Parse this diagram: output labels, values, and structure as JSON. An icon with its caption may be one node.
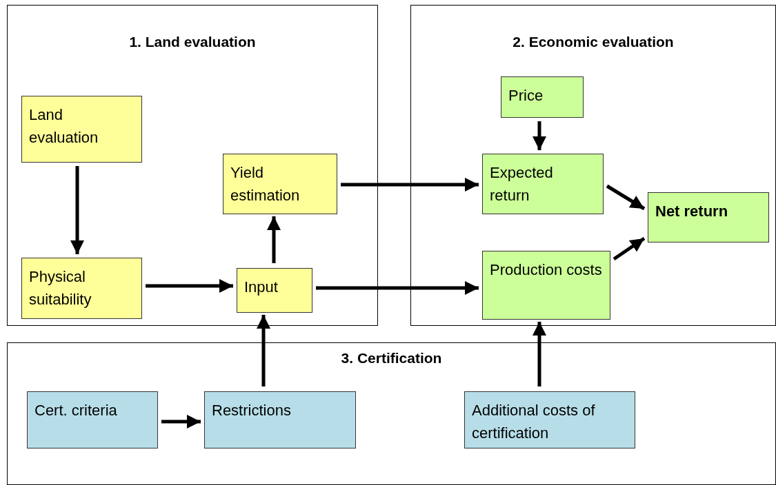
{
  "diagram": {
    "nodes": [
      {
        "text": [
          "1. Land evaluation"
        ]
      },
      {
        "text": [
          "Land evaluation"
        ],
        "in": 0
      },
      {
        "text": [
          "Physical suitability"
        ],
        "in": 0
      },
      {
        "text": [
          "Yield estimation"
        ],
        "in": 0
      },
      {
        "text": [
          "Input"
        ],
        "in": 0
      },
      {
        "text": [
          "2. Economic evaluation"
        ]
      },
      {
        "text": [
          "Price"
        ],
        "in": 5
      },
      {
        "text": [
          "Expected return"
        ],
        "in": 5
      },
      {
        "text": [
          "Net return"
        ],
        "in": 5
      },
      {
        "text": [
          "Production costs"
        ],
        "in": 5
      },
      {
        "text": [
          "3. Certification"
        ]
      },
      {
        "text": [
          "Cert. criteria"
        ],
        "in": 10
      },
      {
        "text": [
          "Restrictions"
        ],
        "in": 10
      },
      {
        "text": [
          "Additional costs of certification"
        ],
        "in": 10
      }
    ],
    "edges": [
      {
        "from": 1,
        "to": 2,
        "arrow": "to"
      },
      {
        "from": 2,
        "to": 4,
        "arrow": "to"
      },
      {
        "from": 4,
        "to": 3,
        "arrow": "to"
      },
      {
        "from": 3,
        "to": 7,
        "arrow": "to"
      },
      {
        "from": 4,
        "to": 9,
        "arrow": "to"
      },
      {
        "from": 6,
        "to": 7,
        "arrow": "to"
      },
      {
        "from": 7,
        "to": 8,
        "arrow": "to"
      },
      {
        "from": 9,
        "to": 8,
        "arrow": "to"
      },
      {
        "from": 11,
        "to": 12,
        "arrow": "to"
      },
      {
        "from": 12,
        "to": 4,
        "arrow": "to"
      },
      {
        "from": 13,
        "to": 9,
        "arrow": "to"
      }
    ]
  }
}
